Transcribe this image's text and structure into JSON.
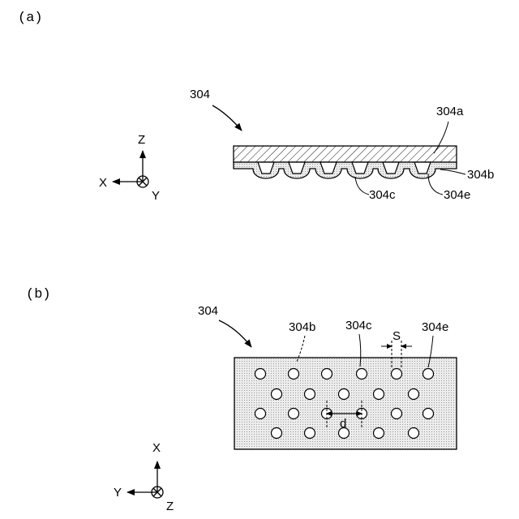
{
  "panel_a": {
    "tag": "(a)",
    "part_label": "304",
    "label_top": "304a",
    "label_right": "304b",
    "label_bottom_left": "304c",
    "label_bottom_right": "304e",
    "axes": {
      "up": "Z",
      "left": "X",
      "center": "Y"
    }
  },
  "panel_b": {
    "tag": "(b)",
    "part_label": "304",
    "label_b": "304b",
    "label_c": "304c",
    "label_s": "S",
    "label_e": "304e",
    "label_d": "d",
    "axes": {
      "up": "X",
      "left": "Y",
      "center": "Z"
    }
  }
}
